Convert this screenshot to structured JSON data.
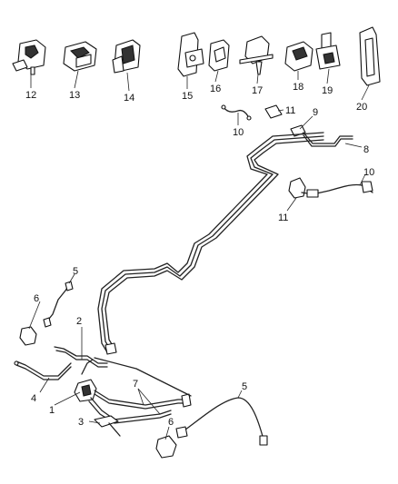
{
  "diagram": {
    "callouts": {
      "c1": "1",
      "c2": "2",
      "c3": "3",
      "c4": "4",
      "c5a": "5",
      "c5b": "5",
      "c6a": "6",
      "c6b": "6",
      "c7": "7",
      "c8": "8",
      "c9": "9",
      "c10a": "10",
      "c10b": "10",
      "c11a": "11",
      "c11b": "11",
      "c12": "12",
      "c13": "13",
      "c14": "14",
      "c15": "15",
      "c16": "16",
      "c17": "17",
      "c18": "18",
      "c19": "19",
      "c20": "20"
    }
  }
}
